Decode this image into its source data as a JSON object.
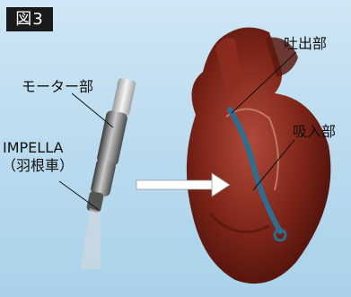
{
  "figure": {
    "badge": "図3",
    "labels": {
      "motor": "モーター部",
      "impella_line1": "IMPELLA",
      "impella_line2": "（羽根車）",
      "outlet": "吐出部",
      "inlet": "吸入部"
    }
  }
}
